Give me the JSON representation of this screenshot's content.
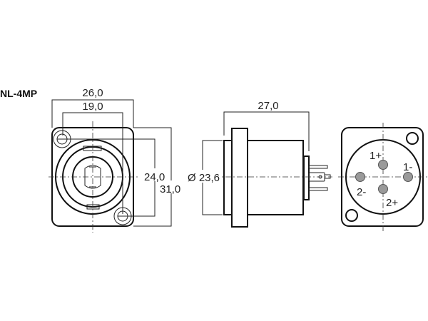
{
  "title": "NL-4MP",
  "front_view": {
    "width": "26,0",
    "hole_spacing_h": "19,0",
    "hole_spacing_v": "24,0",
    "height": "31,0"
  },
  "side_view": {
    "depth": "27,0",
    "diameter": "Ø 23,6"
  },
  "rear_view": {
    "pins": [
      "1+",
      "1-",
      "2-",
      "2+"
    ]
  },
  "colors": {
    "line": "#222222",
    "pin_fill": "#9a9a9a"
  }
}
